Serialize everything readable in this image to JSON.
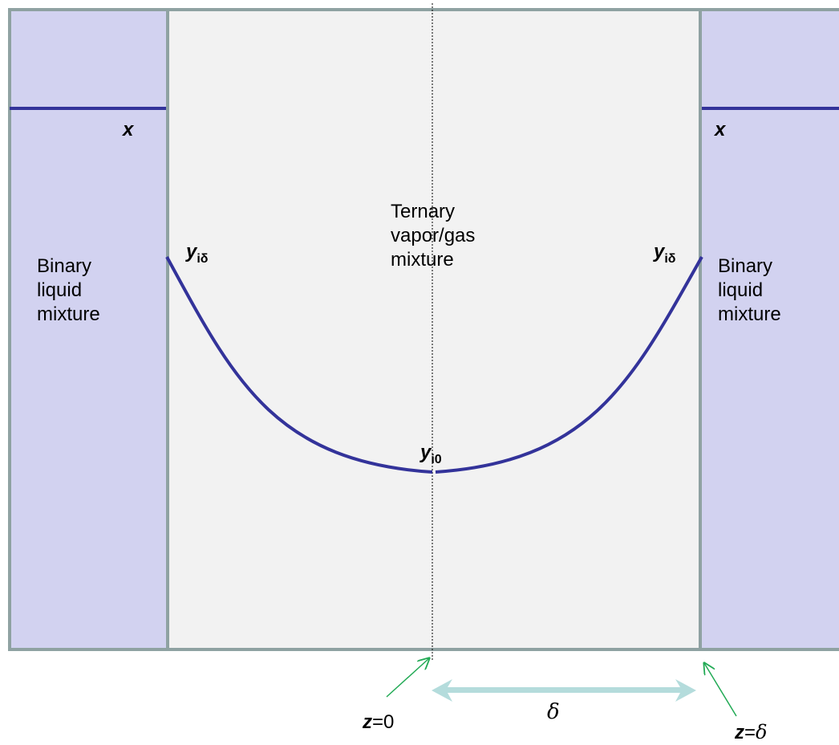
{
  "left_region": {
    "label": "Binary\nliquid\nmixture"
  },
  "right_region": {
    "label": "Binary\nliquid\nmixture"
  },
  "middle_region": {
    "label": "Ternary\nvapor/gas\nmixture"
  },
  "variables": {
    "x_left": "x",
    "x_right": "x",
    "y_i_delta_left": {
      "base": "y",
      "sub": "iδ"
    },
    "y_i_delta_right": {
      "base": "y",
      "sub": "iδ"
    },
    "y_i0": {
      "base": "y",
      "sub": "i0"
    }
  },
  "boundary_labels": {
    "z0": {
      "var": "z",
      "rest": "=0"
    },
    "z_delta": {
      "var": "z",
      "rest": "=",
      "delta": "δ"
    }
  },
  "film_thickness": "δ",
  "colors": {
    "liquid_fill": "#d2d2f0",
    "vapor_fill": "#f2f2f2",
    "wall": "#8fa2a2",
    "profile_line": "#33339a",
    "pointer_arrow": "#22aa55",
    "thickness_arrow": "#b4dcdc"
  }
}
